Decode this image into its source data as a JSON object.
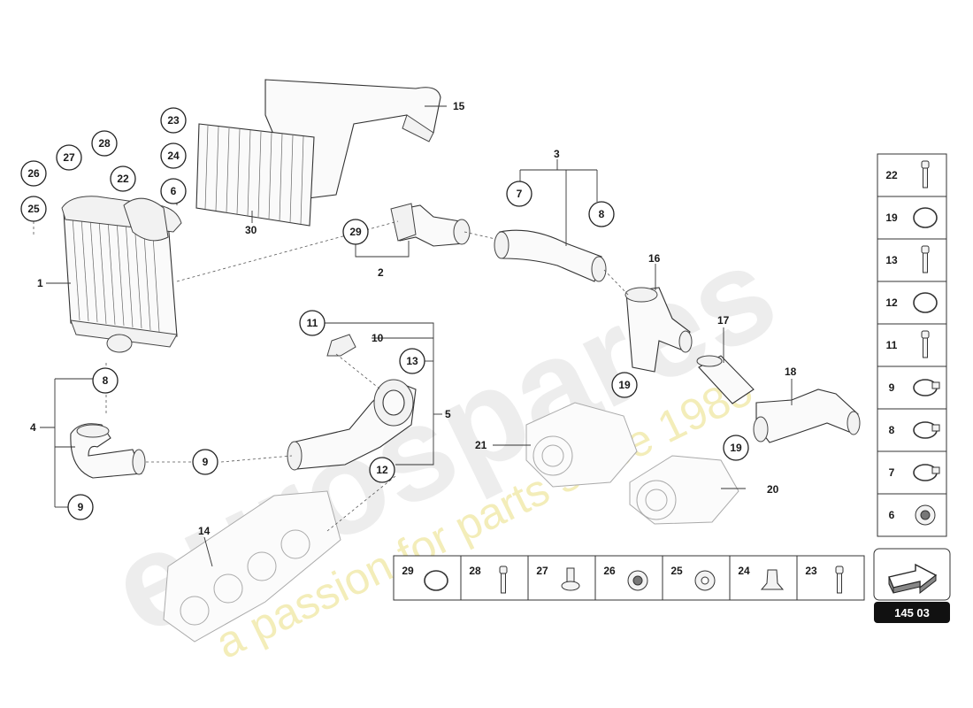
{
  "watermark": {
    "brand": "eurospares",
    "slogan": "a passion for parts since 1985"
  },
  "diagram_number": "145 03",
  "labels": {
    "l1": "1",
    "l2": "2",
    "l3": "3",
    "l4": "4",
    "l5": "5",
    "l10": "10",
    "l14": "14",
    "l15": "15",
    "l16": "16",
    "l17": "17",
    "l18": "18",
    "l20": "20",
    "l21": "21",
    "l30": "30"
  },
  "callouts": {
    "c23": "23",
    "c24": "24",
    "c6": "6",
    "c22": "22",
    "c28": "28",
    "c27": "27",
    "c26": "26",
    "c25": "25",
    "c29": "29",
    "c7": "7",
    "c8a": "8",
    "c11": "11",
    "c13": "13",
    "c8b": "8",
    "c9a": "9",
    "c9b": "9",
    "c12": "12",
    "c19a": "19",
    "c19b": "19"
  },
  "side_parts": [
    "22",
    "19",
    "13",
    "12",
    "11",
    "9",
    "8",
    "7",
    "6"
  ],
  "bottom_parts": [
    "29",
    "28",
    "27",
    "26",
    "25",
    "24",
    "23"
  ]
}
